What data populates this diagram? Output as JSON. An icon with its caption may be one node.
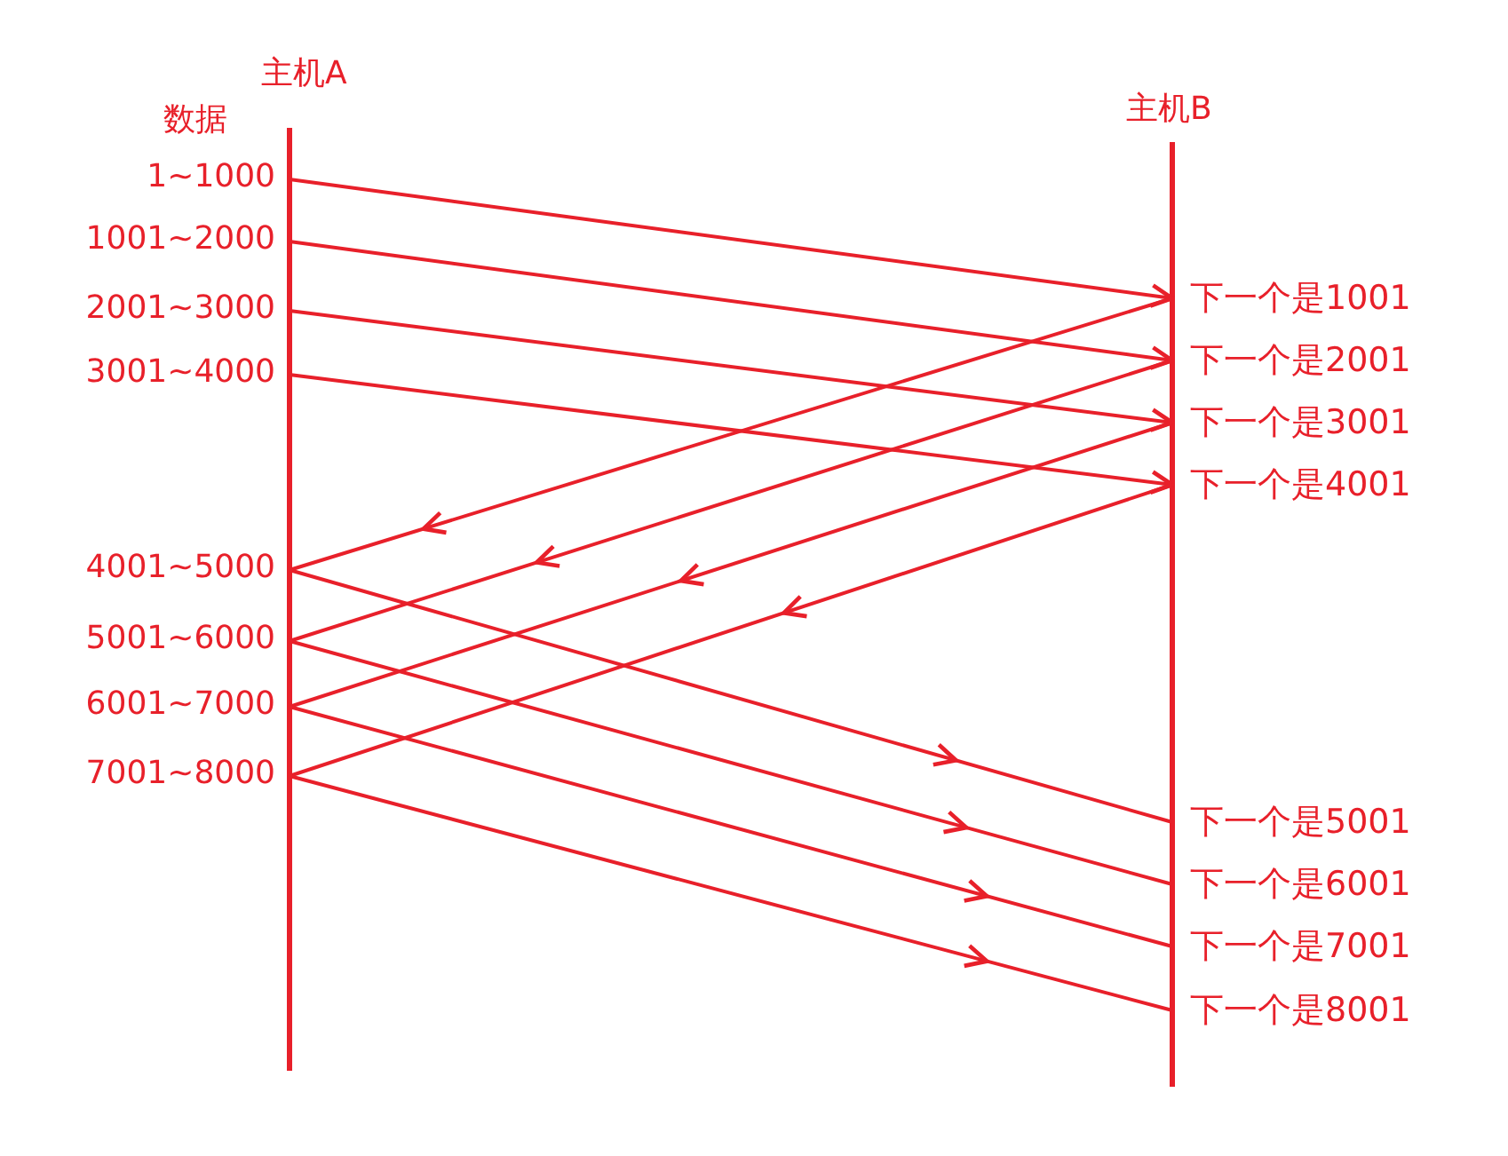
{
  "diagram": {
    "nodes": [
      {
        "text": [
          "主机A"
        ]
      },
      {
        "text": [
          "主机B"
        ]
      },
      {
        "text": [
          "1~1000"
        ]
      },
      {
        "text": [
          "1001~2000"
        ]
      },
      {
        "text": [
          "2001~3000"
        ]
      },
      {
        "text": [
          "3001~4000"
        ]
      },
      {
        "text": [
          "4001~5000"
        ]
      },
      {
        "text": [
          "5001~6000"
        ]
      },
      {
        "text": [
          "6001~7000"
        ]
      },
      {
        "text": [
          "7001~8000"
        ]
      },
      {
        "text": [
          "下一个是1001"
        ]
      },
      {
        "text": [
          "下一个是2001"
        ]
      },
      {
        "text": [
          "下一个是3001"
        ]
      },
      {
        "text": [
          "下一个是4001"
        ]
      },
      {
        "text": [
          "下一个是5001"
        ]
      },
      {
        "text": [
          "下一个是6001"
        ]
      },
      {
        "text": [
          "下一个是7001"
        ]
      },
      {
        "text": [
          "下一个是8001"
        ]
      }
    ],
    "edges": [
      {
        "from": 2,
        "to": 10,
        "arrow": "to"
      },
      {
        "from": 3,
        "to": 11,
        "arrow": "to"
      },
      {
        "from": 4,
        "to": 12,
        "arrow": "to"
      },
      {
        "from": 5,
        "to": 13,
        "arrow": "to"
      },
      {
        "from": 10,
        "to": 6,
        "arrow": "to"
      },
      {
        "from": 11,
        "to": 7,
        "arrow": "to"
      },
      {
        "from": 12,
        "to": 8,
        "arrow": "to"
      },
      {
        "from": 13,
        "to": 9,
        "arrow": "to"
      },
      {
        "from": 6,
        "to": 14,
        "arrow": "to"
      },
      {
        "from": 7,
        "to": 15,
        "arrow": "to"
      },
      {
        "from": 8,
        "to": 16,
        "arrow": "to"
      },
      {
        "from": 9,
        "to": 17,
        "arrow": "to"
      }
    ],
    "labels": [
      "数据"
    ]
  }
}
